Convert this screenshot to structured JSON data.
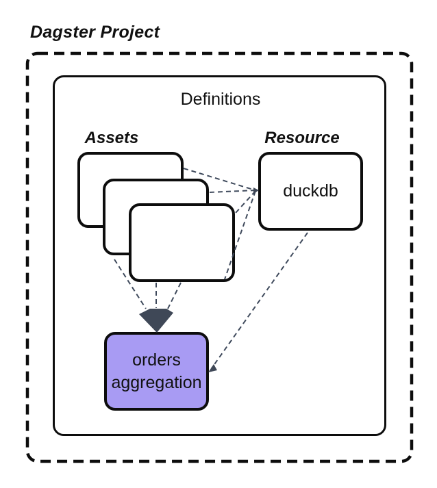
{
  "diagram": {
    "title": "Dagster Project",
    "definitions": {
      "label": "Definitions"
    },
    "assets_group": {
      "label": "Assets",
      "card_count": 3
    },
    "resource_group": {
      "label": "Resource",
      "box_label": "duckdb"
    },
    "target_asset": {
      "label": "orders aggregation"
    },
    "colors": {
      "background": "#ffffff",
      "outline": "#0d0d0d",
      "connector": "#3f4a5c",
      "arrowhead": "#3f4857",
      "target_fill": "#a89bf3"
    }
  }
}
